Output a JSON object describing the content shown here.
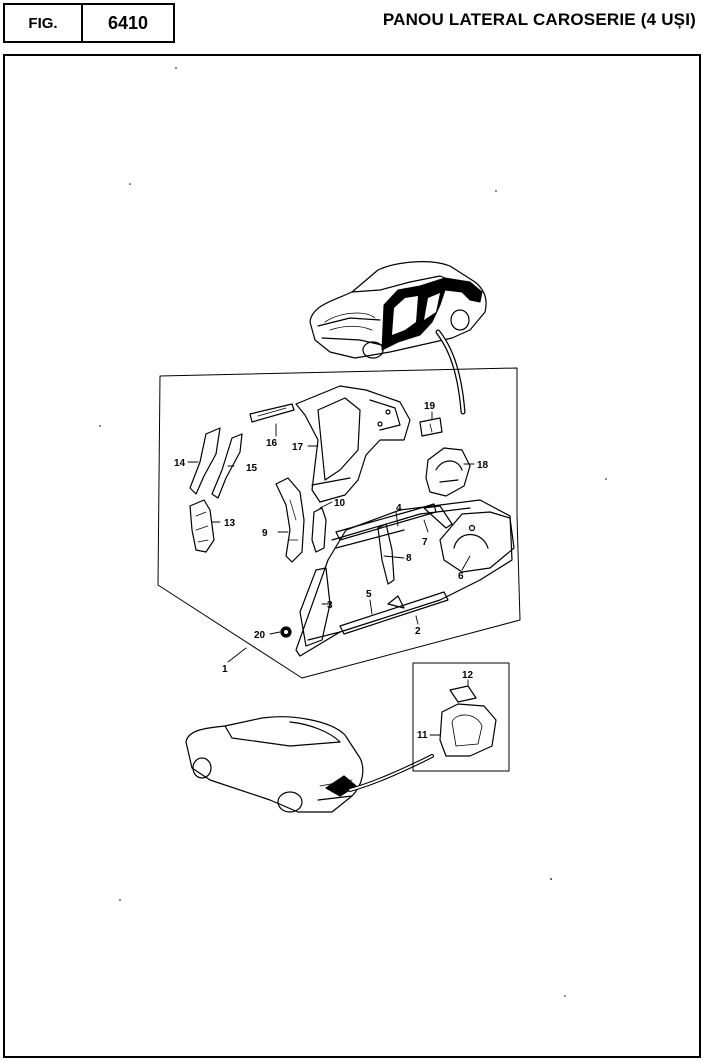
{
  "header": {
    "fig_label": "FIG.",
    "fig_number": "6410",
    "title": "PANOU LATERAL CAROSERIE (4 UȘI)"
  },
  "callouts": {
    "c1": "1",
    "c2": "2",
    "c3": "3",
    "c4": "4",
    "c5": "5",
    "c6": "6",
    "c7": "7",
    "c8": "8",
    "c9": "9",
    "c10": "10",
    "c11": "11",
    "c12": "12",
    "c13": "13",
    "c14": "14",
    "c15": "15",
    "c16": "16",
    "c17": "17",
    "c18": "18",
    "c19": "19",
    "c20": "20"
  }
}
